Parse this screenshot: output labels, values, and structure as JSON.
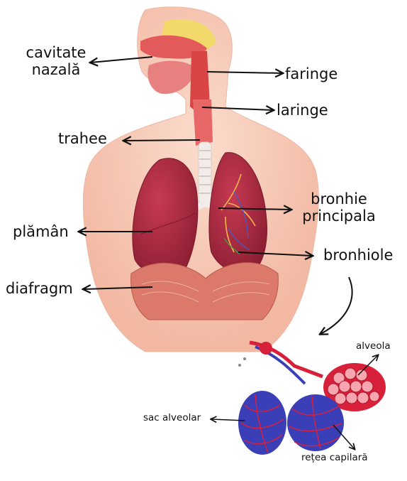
{
  "labels": {
    "nasal_cavity": "cavitate\nnazală",
    "pharynx": "faringe",
    "larynx": "laringe",
    "trachea": "trahee",
    "main_bronchus": "bronhie\nprincipala",
    "lung": "plămân",
    "bronchioles": "bronhiole",
    "diaphragm": "diafragm",
    "alveolus": "alveola",
    "alveolar_sac": "sac alveolar",
    "capillary_network": "rețea capilară"
  },
  "colors": {
    "skin": "#f6c9b7",
    "skin_shadow": "#eeb19c",
    "lung": "#a8283f",
    "lung_light": "#c63a52",
    "airway": "#e35a5a",
    "cartilage": "#f1ece9",
    "sinus": "#f3d86a",
    "vessel_red": "#d8203a",
    "vessel_blue": "#3a3fb8",
    "arrow": "#111111"
  }
}
